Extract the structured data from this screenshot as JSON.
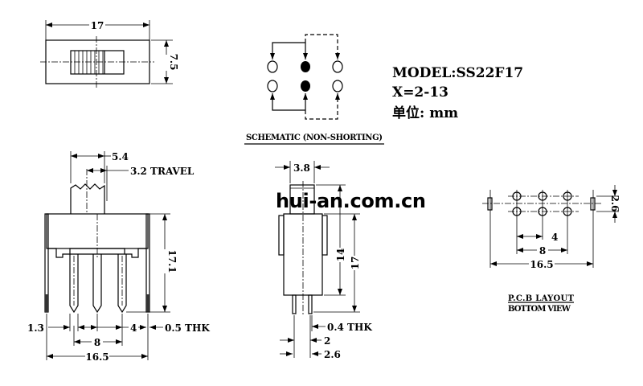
{
  "model": {
    "model_line": "MODEL:SS22F17",
    "x_line": "X=2-13",
    "unit_line": "单位: mm"
  },
  "top_view": {
    "width_dim": "17",
    "height_dim": "7.5"
  },
  "schematic": {
    "title": "SCHEMATIC (NON-SHORTING)"
  },
  "front_view": {
    "actuator_dim": "5.4",
    "travel_dim": "3.2 TRAVEL",
    "height_dim": "17.1",
    "pin_width_dim": "1.3",
    "pin_pitch_dim": "4",
    "thickness_dim": "0.5 THK",
    "pin_span_dim": "8",
    "total_width_dim": "16.5"
  },
  "side_view": {
    "actuator_width_dim": "3.8",
    "body_height_dim": "14",
    "total_height_dim": "17",
    "thickness_dim": "0.4 THK",
    "pin_spacing_dim": "2",
    "pin_outer_dim": "2.6"
  },
  "pcb_layout": {
    "row_spacing_dim": "2.6",
    "pitch_dim": "4",
    "span_dim": "8",
    "total_dim": "16.5",
    "title": "P.C.B LAYOUT",
    "subtitle": "BOTTOM VIEW"
  },
  "watermark": "hui-an.com.cn"
}
